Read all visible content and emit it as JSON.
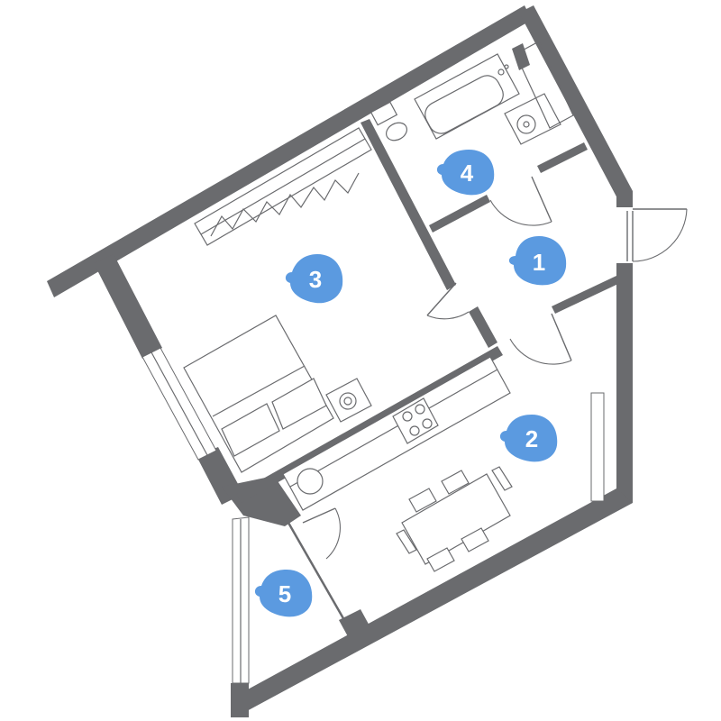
{
  "colors": {
    "walls": "#6a6b6e",
    "room_markers": "#5b9ae0",
    "marker_text": "#ffffff",
    "background": "#ffffff"
  },
  "rooms": [
    {
      "id": "room-1",
      "label": "1"
    },
    {
      "id": "room-2",
      "label": "2"
    },
    {
      "id": "room-3",
      "label": "3"
    },
    {
      "id": "room-4",
      "label": "4"
    },
    {
      "id": "room-5",
      "label": "5"
    }
  ]
}
